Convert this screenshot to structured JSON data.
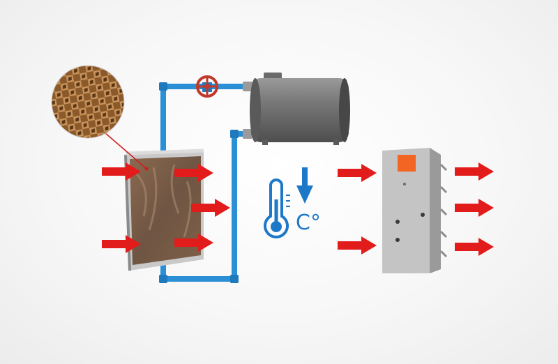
{
  "temperature_unit": "C°",
  "caption": "",
  "colors": {
    "pipe": "#2b8fd6",
    "arrow": "#e21b1b",
    "tank": "#6e6e6e",
    "valve": "#c0392b",
    "cooling_icon": "#1e78c8",
    "fan_label": "#f26522"
  },
  "icons": [
    "honeycomb-pad-magnifier",
    "valve-wheel",
    "thermometer-icon",
    "down-arrow-icon",
    "fan-unit"
  ]
}
